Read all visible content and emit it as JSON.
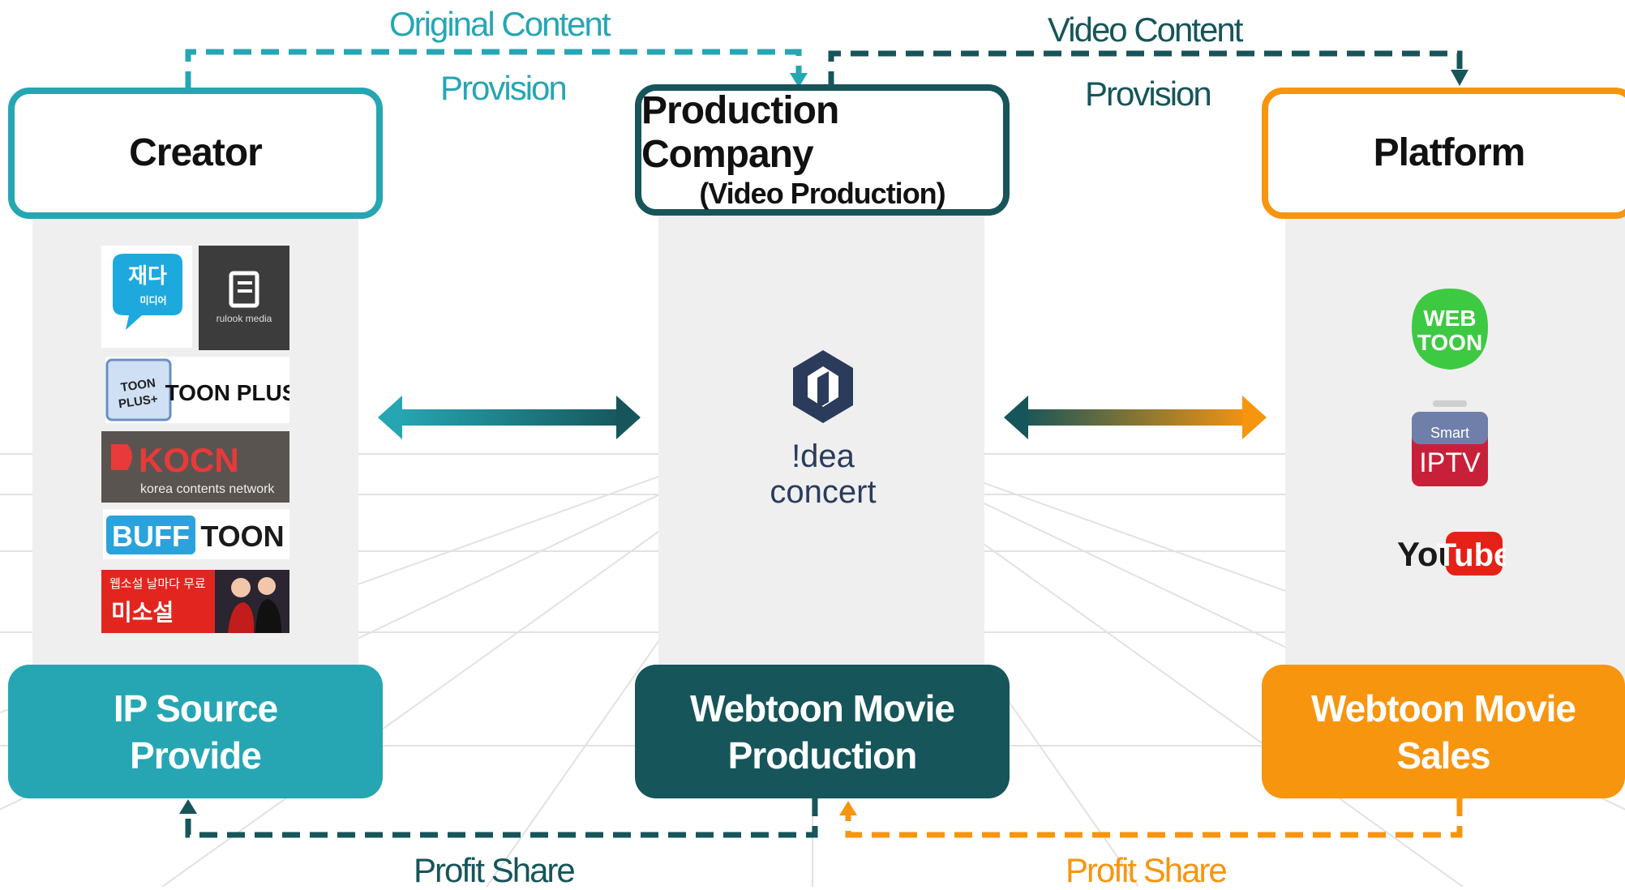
{
  "labels": {
    "original_content": "Original Content",
    "provision_left": "Provision",
    "video_content": "Video Content",
    "provision_right": "Provision",
    "profit_share_left": "Profit Share",
    "profit_share_right": "Profit Share"
  },
  "creator": {
    "title": "Creator",
    "footer": [
      "IP Source",
      "Provide"
    ],
    "logos": {
      "jaeda": "재다",
      "jaeda_small": "미디어",
      "rulook": "rulook media",
      "toonplus_badge": "TOON PLUS+",
      "toonplus": "TOON PLUS",
      "kocn": "KOCN",
      "kocn_sub": "korea contents network",
      "buff": "BUFF",
      "toon": "TOON",
      "misosul_top": "웹소설 날마다 무료",
      "misosul": "미소설"
    }
  },
  "production": {
    "title": "Production Company",
    "subtitle": "(Video Production)",
    "footer": [
      "Webtoon Movie",
      "Production"
    ],
    "logo_line1": "!dea",
    "logo_line2": "concert"
  },
  "platform": {
    "title": "Platform",
    "footer": [
      "Webtoon Movie",
      "Sales"
    ],
    "logos": {
      "webtoon1": "WEB",
      "webtoon2": "TOON",
      "smart": "Smart",
      "iptv": "IPTV",
      "you": "You",
      "tube": "Tube"
    }
  },
  "colors": {
    "teal": "#26a6b3",
    "dark_teal": "#16555a",
    "orange": "#f7950f"
  }
}
